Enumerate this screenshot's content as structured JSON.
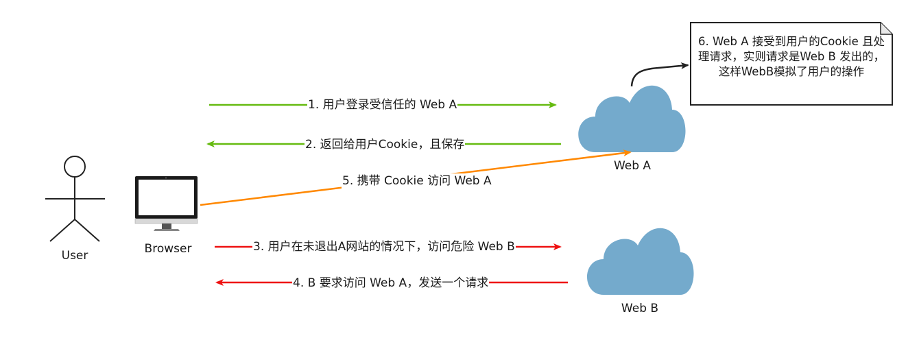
{
  "actors": {
    "user": "User",
    "browser": "Browser",
    "web_a": "Web A",
    "web_b": "Web B"
  },
  "steps": [
    {
      "text": "1. 用户登录受信任的 Web A",
      "color": "#66bb11"
    },
    {
      "text": "2. 返回给用户Cookie，且保存",
      "color": "#66bb11"
    },
    {
      "text": "5. 携带 Cookie 访问 Web A",
      "color": "#ff8800"
    },
    {
      "text": "3. 用户在未退出A网站的情况下，访问危险 Web B",
      "color": "#ee1111"
    },
    {
      "text": "4. B 要求访问 Web A，发送一个请求",
      "color": "#ee1111"
    }
  ],
  "note": {
    "text": "6. Web A 接受到用户的Cookie 且处理请求，实则请求是Web B 发出的，这样WebB模拟了用户的操作"
  },
  "colors": {
    "cloud": "#74aacc",
    "green": "#66bb11",
    "orange": "#ff8800",
    "red": "#ee1111",
    "dark": "#333333"
  }
}
